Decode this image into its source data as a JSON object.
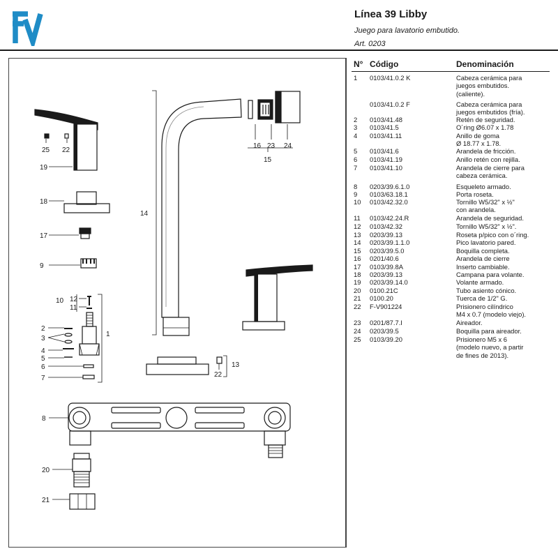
{
  "header": {
    "title": "Línea 39 Libby",
    "subtitle": "Juego para lavatorio embutido.",
    "article": "Art. 0203"
  },
  "table": {
    "col_number": "N°",
    "col_code": "Código",
    "col_name": "Denominación",
    "rows": [
      {
        "n": "1",
        "code": "0103/41.0.2 K",
        "name": "Cabeza cerámica para\njuegos embutidos.\n(caliente)."
      },
      {
        "n": "",
        "code": "0103/41.0.2 F",
        "name": "Cabeza cerámica para\njuegos embutidos (fría)."
      },
      {
        "n": "2",
        "code": "0103/41.48",
        "name": "Retén de seguridad."
      },
      {
        "n": "3",
        "code": "0103/41.5",
        "name": "O´ring Ø6.07 x 1.78"
      },
      {
        "n": "4",
        "code": "0103/41.11",
        "name": "Anillo de goma\nØ 18.77 x 1.78."
      },
      {
        "n": "5",
        "code": "0103/41.6",
        "name": "Arandela de fricción."
      },
      {
        "n": "6",
        "code": "0103/41.19",
        "name": "Anillo retén con rejilla."
      },
      {
        "n": "7",
        "code": "0103/41.10",
        "name": "Arandela de cierre para\ncabeza cerámica."
      },
      {
        "n": "8",
        "code": "0203/39.6.1.0",
        "name": "Esqueleto armado."
      },
      {
        "n": "9",
        "code": "0103/63.18.1",
        "name": "Porta roseta."
      },
      {
        "n": "10",
        "code": "0103/42.32.0",
        "name": "Tornillo W5/32\" x ½\"\ncon arandela."
      },
      {
        "n": "11",
        "code": "0103/42.24.R",
        "name": "Arandela de seguridad."
      },
      {
        "n": "12",
        "code": "0103/42.32",
        "name": "Tornillo W5/32\" x ½\"."
      },
      {
        "n": "13",
        "code": "0203/39.13",
        "name": "Roseta p/pico con o´ring."
      },
      {
        "n": "14",
        "code": "0203/39.1.1.0",
        "name": "Pico lavatorio pared."
      },
      {
        "n": "15",
        "code": "0203/39.5.0",
        "name": "Boquilla completa."
      },
      {
        "n": "16",
        "code": "0201/40.6",
        "name": "Arandela de cierre"
      },
      {
        "n": "17",
        "code": "0103/39.8A",
        "name": "Inserto cambiable."
      },
      {
        "n": "18",
        "code": "0203/39.13",
        "name": "Campana para volante."
      },
      {
        "n": "19",
        "code": "0203/39.14.0",
        "name": "Volante armado."
      },
      {
        "n": "20",
        "code": "0100.21C",
        "name": "Tubo asiento cónico."
      },
      {
        "n": "21",
        "code": "0100.20",
        "name": "Tuerca de 1/2\" G."
      },
      {
        "n": "22",
        "code": "F-V901224",
        "name": "Prisionero cilíndrico\nM4 x 0.7 (modelo viejo)."
      },
      {
        "n": "23",
        "code": "0201/87.7.I",
        "name": "Aireador."
      },
      {
        "n": "24",
        "code": "0203/39.5",
        "name": "Boquilla para aireador."
      },
      {
        "n": "25",
        "code": "0103/39.20",
        "name": "Prisionero M5 x 6\n(modelo nuevo, a partir\nde fines de 2013)."
      }
    ]
  },
  "callouts": {
    "c1": "1",
    "c2": "2",
    "c3": "3",
    "c4": "4",
    "c5": "5",
    "c6": "6",
    "c7": "7",
    "c8": "8",
    "c9": "9",
    "c10": "10",
    "c11": "11",
    "c12": "12",
    "c13": "13",
    "c14": "14",
    "c15": "15",
    "c16": "16",
    "c17": "17",
    "c18": "18",
    "c19": "19",
    "c20": "20",
    "c21": "21",
    "c22a": "22",
    "c22b": "22",
    "c23": "23",
    "c24": "24",
    "c25": "25"
  }
}
